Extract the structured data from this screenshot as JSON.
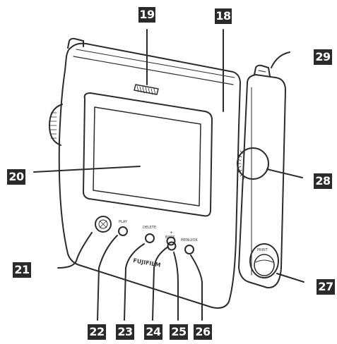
{
  "colors": {
    "callout_background": "#2a2a2a",
    "callout_text": "#ffffff",
    "outline": "#2b2b2b",
    "leader_line": "#2b2b2b"
  },
  "callouts": {
    "n18": "18",
    "n19": "19",
    "n20": "20",
    "n21": "21",
    "n22": "22",
    "n23": "23",
    "n24": "24",
    "n25": "25",
    "n26": "26",
    "n27": "27",
    "n28": "28",
    "n29": "29"
  },
  "device_labels": {
    "play": "PLAY",
    "delete": "DELETE",
    "plus": "+",
    "back": "BACK",
    "menu_ok": "MENU/OK",
    "print": "PRINT",
    "brand": "FUJIFILM"
  }
}
